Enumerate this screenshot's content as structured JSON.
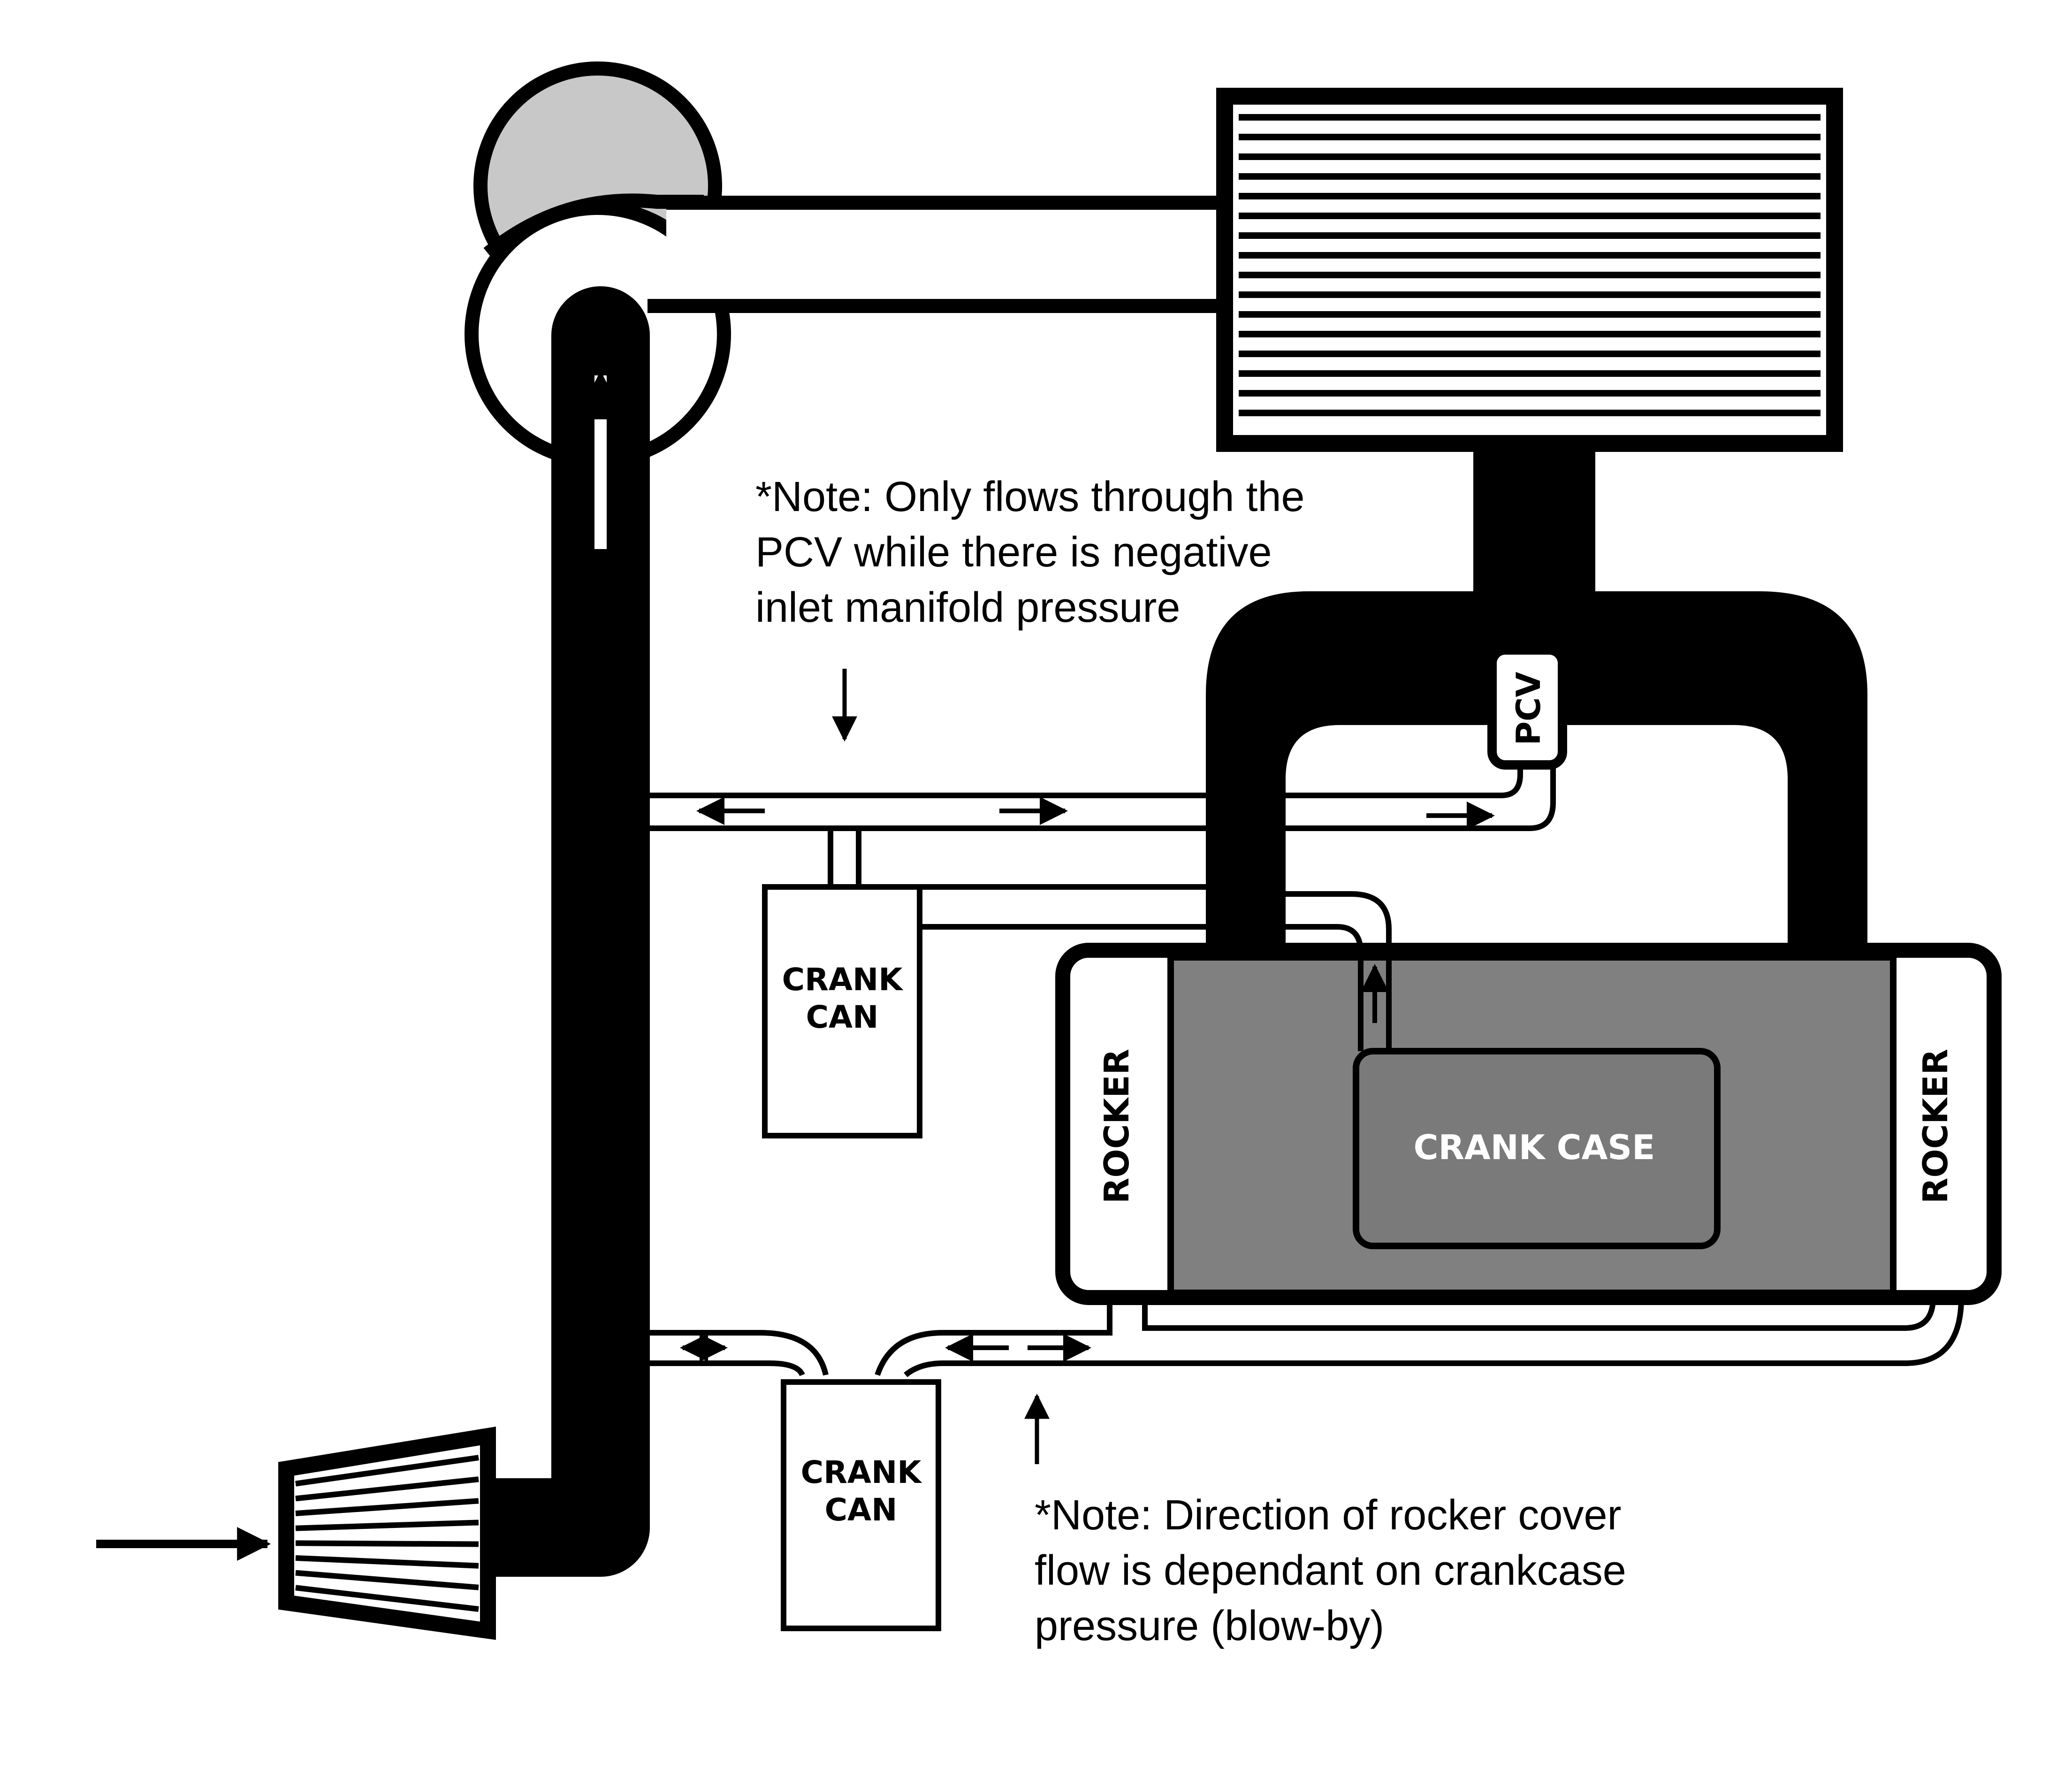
{
  "labels": {
    "crank_can_top": [
      "CRANK",
      "CAN"
    ],
    "crank_can_bottom": [
      "CRANK",
      "CAN"
    ],
    "crank_case": "CRANK CASE",
    "rocker_left": "ROCKER",
    "rocker_right": "ROCKER",
    "pcv": "PCV"
  },
  "notes": {
    "top": [
      "*Note: Only flows through the",
      "PCV while there is negative",
      "inlet manifold pressure"
    ],
    "bottom": [
      "*Note: Direction of rocker cover",
      "flow is dependant on crankcase",
      "pressure (blow-by)"
    ]
  },
  "colors": {
    "line": "#000000",
    "engine_fill": "#808080",
    "crank_case_fill": "#7a7a7a",
    "turbo_fill": "#c8c8c8",
    "background": "#ffffff"
  }
}
